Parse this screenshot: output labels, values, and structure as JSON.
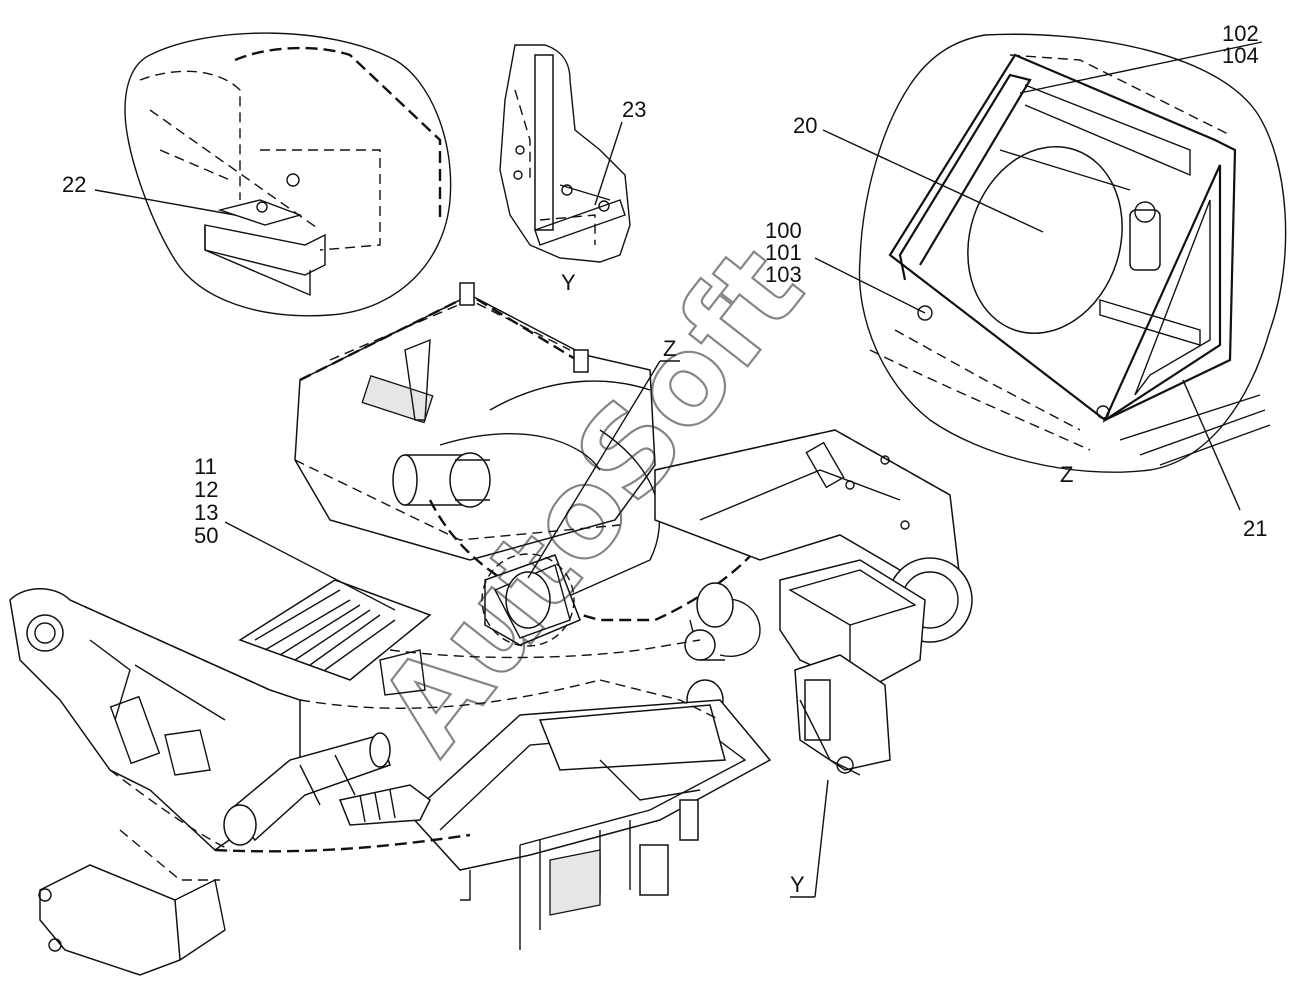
{
  "watermark": "AutoSoft",
  "view_y_label": "Y",
  "view_z_label": "Z",
  "labels": {
    "l22": "22",
    "l23": "23",
    "l20": "20",
    "l21": "21",
    "l102": "102",
    "l104": "104",
    "l100": "100",
    "l101": "101",
    "l103": "103",
    "l11": "11",
    "l12": "12",
    "l13": "13",
    "l50": "50",
    "lz_marker": "Z",
    "ly_marker": "Y"
  }
}
